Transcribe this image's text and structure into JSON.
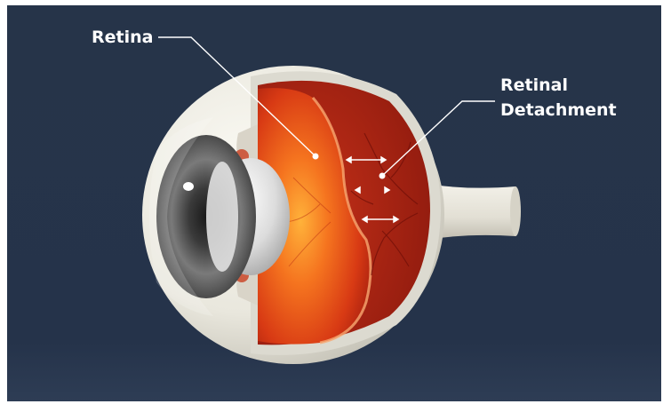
{
  "labels": {
    "retina": "Retina",
    "detachment_line1": "Retinal",
    "detachment_line2": "Detachment"
  },
  "colors": {
    "background": "#25334a",
    "sclera": "#e8e6dc",
    "retina": "#e8541c",
    "label_text": "#ffffff"
  }
}
